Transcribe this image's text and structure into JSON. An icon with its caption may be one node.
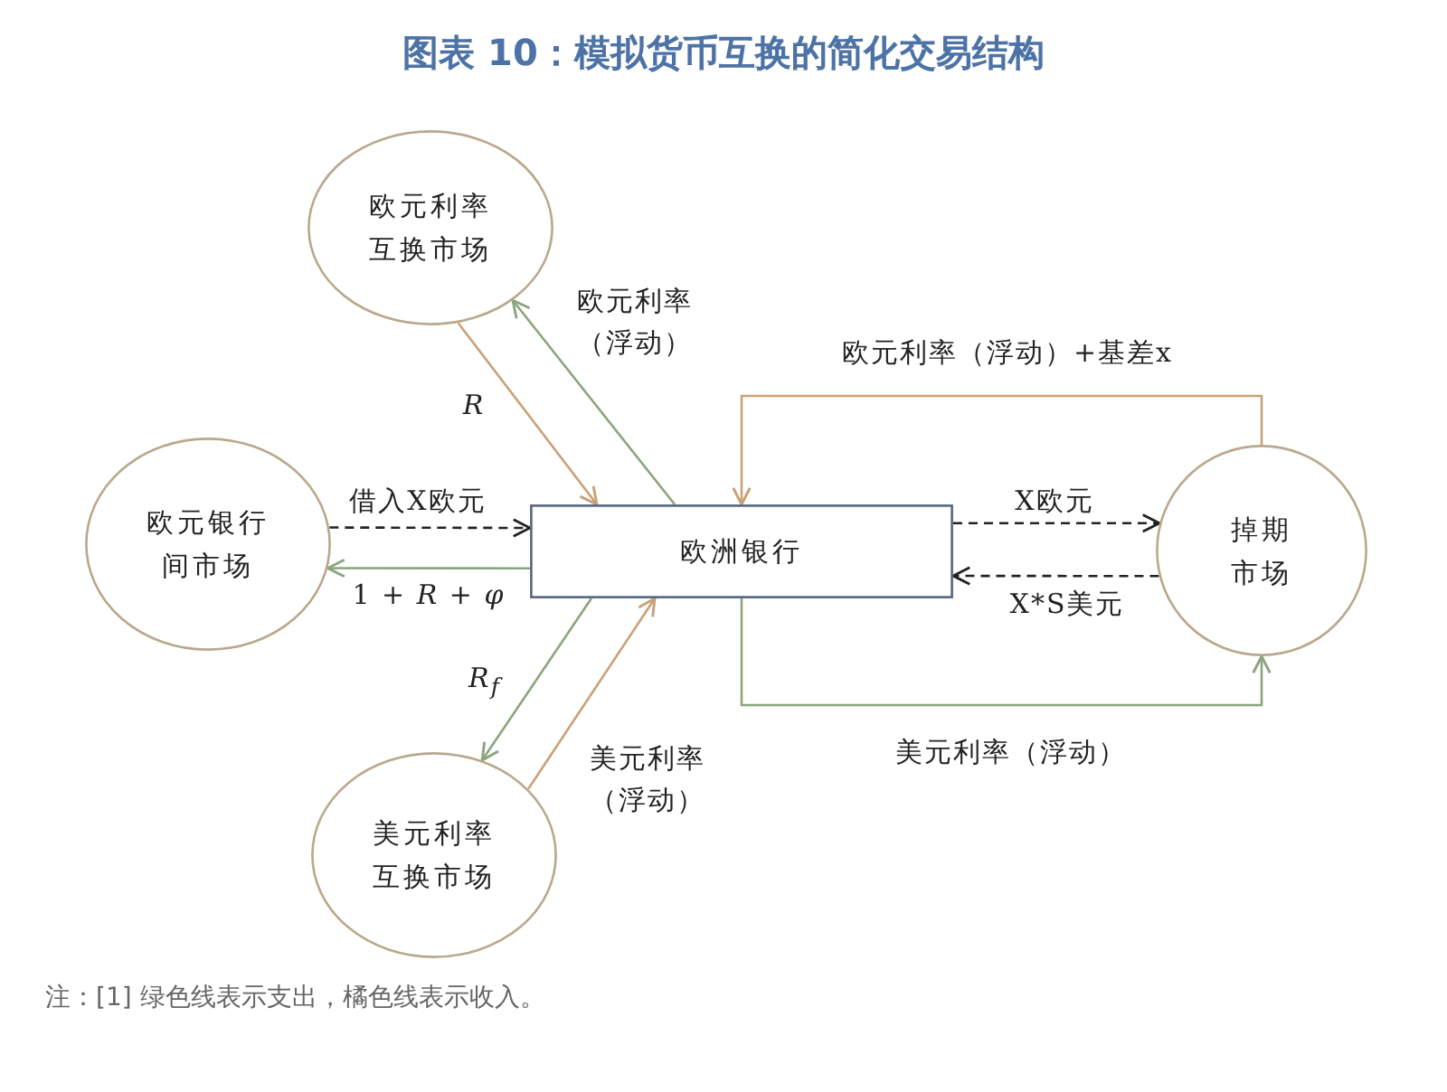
{
  "diagram": {
    "title": "图表 10：模拟货币互换的简化交易结构",
    "nodes": [
      {
        "text": [
          "欧元利率互换市场"
        ]
      },
      {
        "text": [
          "欧元银行间市场"
        ]
      },
      {
        "text": [
          "欧洲银行"
        ]
      },
      {
        "text": [
          "掉期市场"
        ]
      },
      {
        "text": [
          "美元利率互换市场"
        ]
      }
    ],
    "edges": [
      {
        "from": 1,
        "to": 2,
        "arrow": "to",
        "label": "借入X欧元",
        "style": "dashed",
        "color": "#222222"
      },
      {
        "from": 2,
        "to": 1,
        "arrow": "to",
        "label": "1 + *R* + *φ*"
      },
      {
        "from": 0,
        "to": 2,
        "arrow": "to",
        "label": "R",
        "color": "#c9a176"
      },
      {
        "from": 2,
        "to": 0,
        "arrow": "to",
        "label": "欧元利率（浮动）"
      },
      {
        "from": 2,
        "to": 4,
        "arrow": "to",
        "label": "R$_{f}$"
      },
      {
        "from": 4,
        "to": 2,
        "arrow": "to",
        "label": "美元利率（浮动）",
        "color": "#c9a176"
      },
      {
        "from": 2,
        "to": 3,
        "arrow": "to",
        "label": "X欧元",
        "style": "dashed",
        "color": "#222222"
      },
      {
        "from": 3,
        "to": 2,
        "arrow": "to",
        "label": "X*S美元",
        "style": "dashed",
        "color": "#222222"
      },
      {
        "from": 3,
        "to": 2,
        "arrow": "to",
        "label": "欧元利率（浮动）+基差x",
        "color": "#c9a176"
      },
      {
        "from": 2,
        "to": 3,
        "arrow": "to",
        "label": "美元利率（浮动）"
      }
    ],
    "labels": [
      "注：[1] 绿色线表示支出，橘色线表示收入。"
    ]
  }
}
